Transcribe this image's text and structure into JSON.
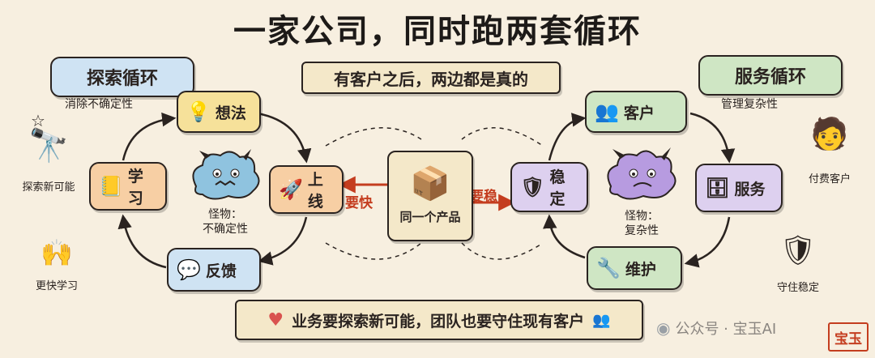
{
  "title": "一家公司，同时跑两套循环",
  "center_banner": "有客户之后，两边都是真的",
  "bottom_banner": "业务要探索新可能，团队也要守住现有客户",
  "explore": {
    "title": "探索循环",
    "subtitle": "消除不确定性",
    "nodes": {
      "idea": "想法",
      "launch": "上线",
      "feedback": "反馈",
      "learn": "学习"
    },
    "monster_line1": "怪物：",
    "monster_line2": "不确定性",
    "tag": "要快"
  },
  "service": {
    "title": "服务循环",
    "subtitle": "管理复杂性",
    "nodes": {
      "customer": "客户",
      "service": "服务",
      "maintain": "维护",
      "stable": "稳定"
    },
    "monster_line1": "怪物：",
    "monster_line2": "复杂性",
    "tag": "要稳"
  },
  "center_box": {
    "label": "同一个产品"
  },
  "figures": {
    "explorer": "探索新可能",
    "learners": "更快学习",
    "paying": "付费客户",
    "guard": "守住稳定"
  },
  "watermark": {
    "text": "公众号 · 宝玉AI",
    "stamp": "宝玉"
  },
  "colors": {
    "red": "#c43d1f",
    "yellow": "#f6e19a",
    "blue": "#cfe3f3",
    "orange": "#f7cfa4",
    "green": "#cfe6c4",
    "purple": "#ddd0ef"
  }
}
